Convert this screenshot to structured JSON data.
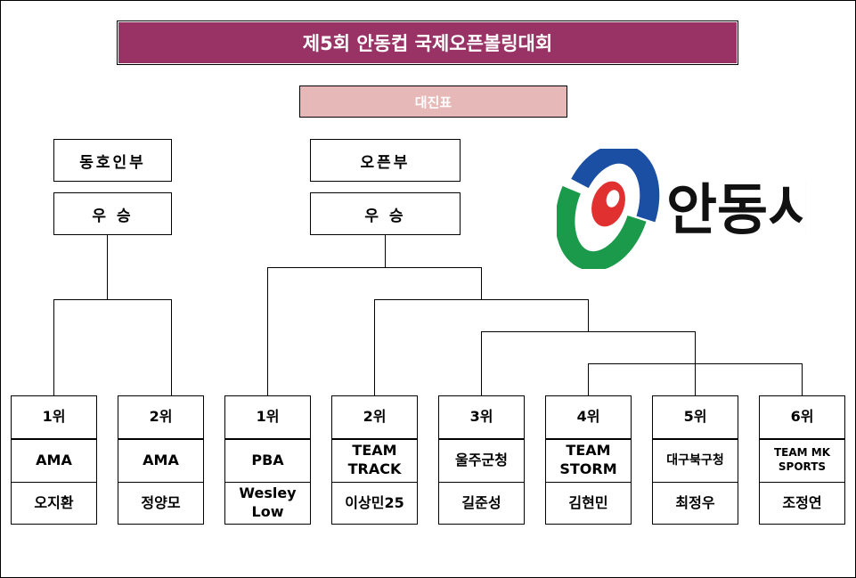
{
  "title": "제5회 안동컵 국제오픈볼링대회",
  "subtitle": "대진표",
  "divisions": [
    {
      "name": "동호인부",
      "winner_label": "우 승"
    },
    {
      "name": "오픈부",
      "winner_label": "우 승"
    }
  ],
  "logo": {
    "text": "안동시",
    "colors": {
      "green": "#1a9a4a",
      "blue": "#1a4fa3",
      "red": "#e0302f"
    }
  },
  "entries": [
    {
      "rank": "1위",
      "team": "AMA",
      "player": "오지환"
    },
    {
      "rank": "2위",
      "team": "AMA",
      "player": "정양모"
    },
    {
      "rank": "1위",
      "team": "PBA",
      "player": "Wesley Low"
    },
    {
      "rank": "2위",
      "team": "TEAM TRACK",
      "player": "이상민25"
    },
    {
      "rank": "3위",
      "team": "울주군청",
      "player": "길준성"
    },
    {
      "rank": "4위",
      "team": "TEAM STORM",
      "player": "김현민"
    },
    {
      "rank": "5위",
      "team": "대구북구청",
      "player": "최정우"
    },
    {
      "rank": "6위",
      "team": "TEAM MK SPORTS",
      "player": "조정연"
    }
  ],
  "colors": {
    "title_bg": "#993366",
    "subtitle_bg": "#e6b8b7"
  }
}
